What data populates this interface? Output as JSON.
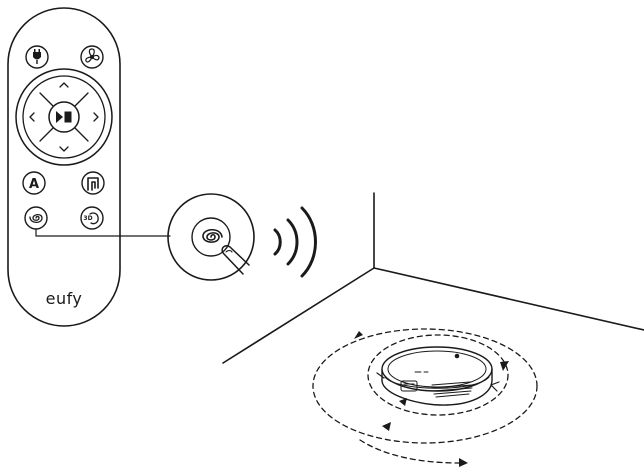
{
  "remote": {
    "brand": "eufy",
    "buttons": {
      "auto_label": "A",
      "boost_label": "3D"
    }
  },
  "icons": {
    "power": "power-icon",
    "fan": "fan-icon",
    "up": "chevron-up-icon",
    "down": "chevron-down-icon",
    "left": "chevron-left-icon",
    "right": "chevron-right-icon",
    "play_pause": "play-pause-icon",
    "edge": "edge-clean-icon",
    "spot": "spot-clean-icon",
    "signal": "wireless-signal-icon"
  },
  "colors": {
    "ink": "#1a1a1a",
    "background": "#ffffff"
  }
}
